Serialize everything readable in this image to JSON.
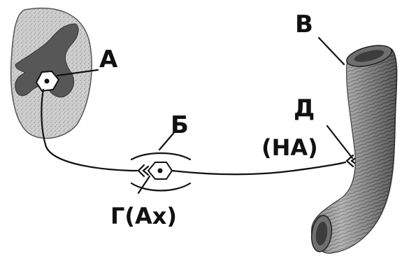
{
  "labels": {
    "a": "А",
    "b": "Б",
    "v": "В",
    "g": "Г(Ах)",
    "d": "Д",
    "d_sub": "(НА)"
  },
  "colors": {
    "ink": "#111111",
    "grey_matter": "#5a5a5a",
    "white_matter": "#c9c9c9",
    "organ_fill": "#9a9a9a",
    "organ_dark": "#4a4a4a",
    "background": "#ffffff"
  },
  "structures": [
    "spinal-cord-section",
    "preganglionic-neuron",
    "ganglion-neuron",
    "postganglionic-fiber",
    "effector-organ-tube"
  ]
}
